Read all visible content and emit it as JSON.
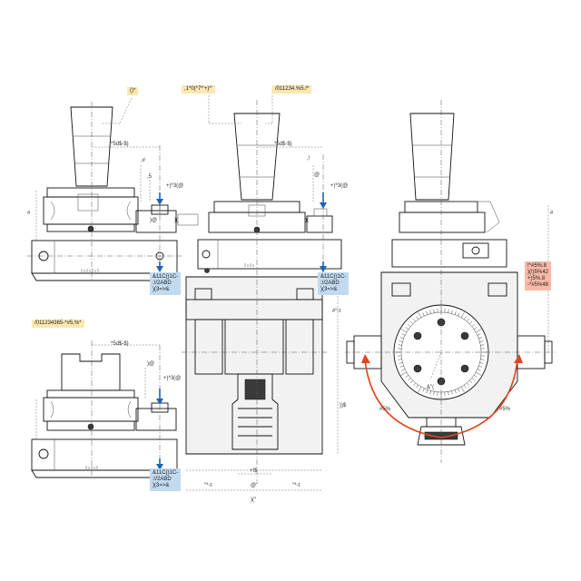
{
  "callouts": {
    "top_left": "()*",
    "top_mid_left": ",1*0(*7*'+)*'",
    "top_mid_right": "/011234.%5.!*",
    "bottom_left_title": "/011234365-*#5,%*",
    "right_spec": "!*#5%.8\n)(!)5%42\n+)5%.8\n-*#5%48",
    "blue_note_1": "&11C()1C-\n://2ABD\n)(3=>&",
    "blue_note_2": "&11C()1C-\n://2ABD\n)(3=>&",
    "blue_note_3": "&11C()1C-\n://2ABD\n)(3=>&"
  },
  "dims": {
    "d1": "*5d$-$)",
    "d2": "*5d$-$)",
    "d3": "*5d$-$)",
    "hash1": ",#",
    "five1": ",5",
    "plus1": "+)*3(@",
    "plus2": "+)*3(@",
    "plus3": "+)*3(@",
    "at1": ")@",
    "at2": "@",
    "at3": ")@",
    "bracket1": ")(",
    "bracket2": ")(",
    "hash_t": "#\"-t",
    "ds": "))$",
    "plus_s": "+!$",
    "at_quote": "@\"",
    "t_left": "\"*-t",
    "t_right": "\"*-t",
    "paren": ")(\"",
    "amp": "&\"(",
    "hash5_left": "#5%",
    "hash5_right": "#5%",
    "small_j": ",!",
    "hash_v": "#",
    "hash_v2": "#"
  },
  "colors": {
    "callout_yellow": "#fbe7b0",
    "callout_red": "#f9b8a8",
    "callout_blue": "#c2daf0",
    "arrow_blue": "#1a64b8",
    "arc_red": "#e2441f"
  }
}
